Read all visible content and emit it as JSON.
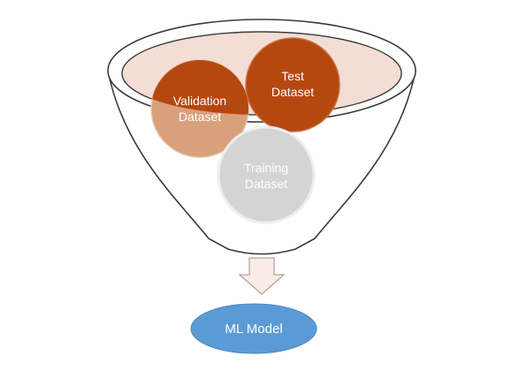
{
  "nodes": {
    "validation": {
      "line1": "Validation",
      "line2": "Dataset"
    },
    "test": {
      "line1": "Test",
      "line2": "Dataset"
    },
    "training": {
      "line1": "Training",
      "line2": "Dataset"
    },
    "model": {
      "label": "ML Model"
    }
  },
  "colors": {
    "funnel_stroke": "#3a3a3a",
    "funnel_rim_fill": "#f4ddd4",
    "validation_top": "#b5480f",
    "validation_bottom": "#d9a07c",
    "test_fill": "#b5480f",
    "training_fill": "#d4d4d4",
    "training_stroke": "#eeeeee",
    "arrow_fill": "#f8ece6",
    "arrow_stroke": "#b8a49b",
    "model_fill": "#5b9bd5",
    "model_stroke": "#4a86bf"
  }
}
